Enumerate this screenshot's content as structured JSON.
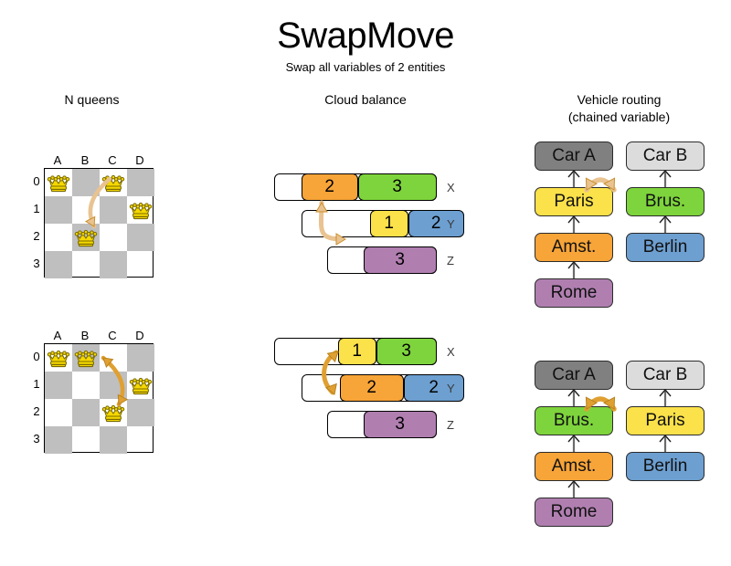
{
  "header": {
    "title": "SwapMove",
    "subtitle": "Swap all variables of 2 entities"
  },
  "columns": {
    "nqueens": {
      "heading": "N queens"
    },
    "cloud": {
      "heading": "Cloud balance"
    },
    "vehicle": {
      "heading_line1": "Vehicle routing",
      "heading_line2": "(chained variable)"
    }
  },
  "chess": {
    "files": [
      "A",
      "B",
      "C",
      "D"
    ],
    "ranks": [
      "0",
      "1",
      "2",
      "3"
    ],
    "before": {
      "queens": [
        {
          "file": 0,
          "rank": 0
        },
        {
          "file": 2,
          "rank": 0
        },
        {
          "file": 3,
          "rank": 1
        },
        {
          "file": 1,
          "rank": 2
        }
      ]
    },
    "after": {
      "queens": [
        {
          "file": 0,
          "rank": 0
        },
        {
          "file": 1,
          "rank": 0
        },
        {
          "file": 3,
          "rank": 1
        },
        {
          "file": 2,
          "rank": 2
        }
      ]
    }
  },
  "cloud": {
    "row_labels": [
      "X",
      "Y",
      "Z"
    ],
    "before": {
      "rows": [
        {
          "label": "X",
          "segments": [
            {
              "value": "2",
              "color": "#f7a438"
            },
            {
              "value": "3",
              "color": "#7ed43c"
            }
          ]
        },
        {
          "label": "Y",
          "segments": [
            {
              "value": "1",
              "color": "#fbe14a"
            },
            {
              "value": "2",
              "color": "#6d9fd0"
            }
          ]
        },
        {
          "label": "Z",
          "segments": [
            {
              "value": "3",
              "color": "#b07fb0"
            }
          ]
        }
      ]
    },
    "after": {
      "rows": [
        {
          "label": "X",
          "segments": [
            {
              "value": "1",
              "color": "#fbe14a"
            },
            {
              "value": "3",
              "color": "#7ed43c"
            }
          ]
        },
        {
          "label": "Y",
          "segments": [
            {
              "value": "2",
              "color": "#f7a438"
            },
            {
              "value": "2",
              "color": "#6d9fd0"
            }
          ]
        },
        {
          "label": "Z",
          "segments": [
            {
              "value": "3",
              "color": "#b07fb0"
            }
          ]
        }
      ]
    }
  },
  "vehicle": {
    "before": {
      "chain_a": [
        {
          "label": "Car A",
          "color": "#808080"
        },
        {
          "label": "Paris",
          "color": "#fbe14a"
        },
        {
          "label": "Amst.",
          "color": "#f7a438"
        },
        {
          "label": "Rome",
          "color": "#b07fb0"
        }
      ],
      "chain_b": [
        {
          "label": "Car B",
          "color": "#dcdcdc"
        },
        {
          "label": "Brus.",
          "color": "#7ed43c"
        },
        {
          "label": "Berlin",
          "color": "#6d9fd0"
        }
      ]
    },
    "after": {
      "chain_a": [
        {
          "label": "Car A",
          "color": "#808080"
        },
        {
          "label": "Brus.",
          "color": "#7ed43c"
        },
        {
          "label": "Amst.",
          "color": "#f7a438"
        },
        {
          "label": "Rome",
          "color": "#b07fb0"
        }
      ],
      "chain_b": [
        {
          "label": "Car B",
          "color": "#dcdcdc"
        },
        {
          "label": "Paris",
          "color": "#fbe14a"
        },
        {
          "label": "Berlin",
          "color": "#6d9fd0"
        }
      ]
    }
  },
  "colors": {
    "arrow_light": "#e9c391",
    "arrow_dark": "#e0a031",
    "arrow_stroke": "#c98f2c",
    "board_dark": "#bfbfbf",
    "queen_fill": "#f5d800",
    "queen_stroke": "#7a6a00"
  }
}
